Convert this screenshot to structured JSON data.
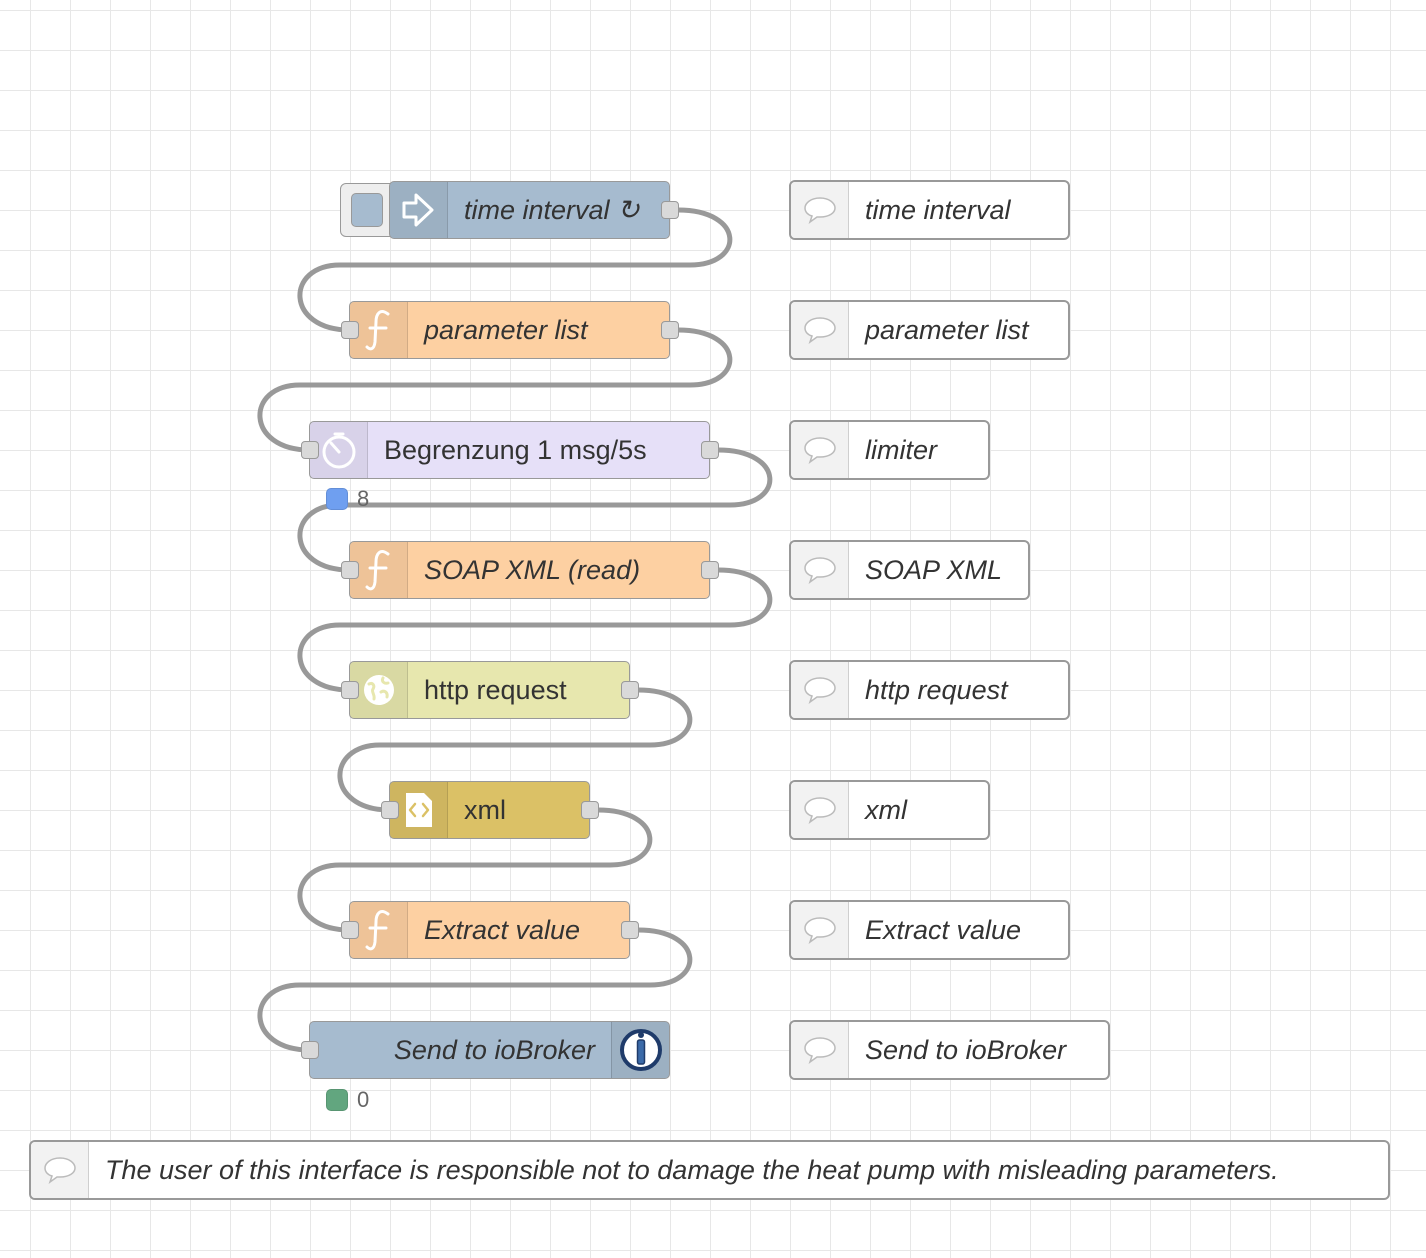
{
  "flow": {
    "nodes": [
      {
        "id": "inject",
        "label": "time interval ↻",
        "type": "inject",
        "color": "#a6bbcf",
        "italic": true,
        "icon": "inject-arrow-icon"
      },
      {
        "id": "func1",
        "label": "parameter list",
        "type": "function",
        "color": "#fdd0a2",
        "italic": true,
        "icon": "function-icon"
      },
      {
        "id": "delay",
        "label": "Begrenzung 1 msg/5s",
        "type": "delay",
        "color": "#e6e0f8",
        "italic": false,
        "icon": "timer-icon",
        "status": {
          "text": "8",
          "color": "#6f9ff0"
        }
      },
      {
        "id": "func2",
        "label": "SOAP XML (read)",
        "type": "function",
        "color": "#fdd0a2",
        "italic": true,
        "icon": "function-icon"
      },
      {
        "id": "http",
        "label": "http request",
        "type": "http request",
        "color": "#e7e7ae",
        "italic": false,
        "icon": "globe-icon"
      },
      {
        "id": "xml",
        "label": "xml",
        "type": "xml",
        "color": "#dbc166",
        "italic": false,
        "icon": "code-file-icon"
      },
      {
        "id": "func3",
        "label": "Extract value",
        "type": "function",
        "color": "#fdd0a2",
        "italic": true,
        "icon": "function-icon"
      },
      {
        "id": "iobroker",
        "label": "Send to ioBroker",
        "type": "ioBroker out",
        "color": "#a6bbcf",
        "italic": true,
        "icon": "iobroker-icon",
        "status": {
          "text": "0",
          "color": "#62a67f"
        }
      }
    ],
    "comments": [
      {
        "label": "time interval"
      },
      {
        "label": "parameter list"
      },
      {
        "label": "limiter"
      },
      {
        "label": "SOAP XML"
      },
      {
        "label": "http request"
      },
      {
        "label": "xml"
      },
      {
        "label": "Extract value"
      },
      {
        "label": "Send to ioBroker"
      }
    ],
    "footer_comment": "The user of this interface is responsible not to damage the heat pump with misleading parameters."
  }
}
